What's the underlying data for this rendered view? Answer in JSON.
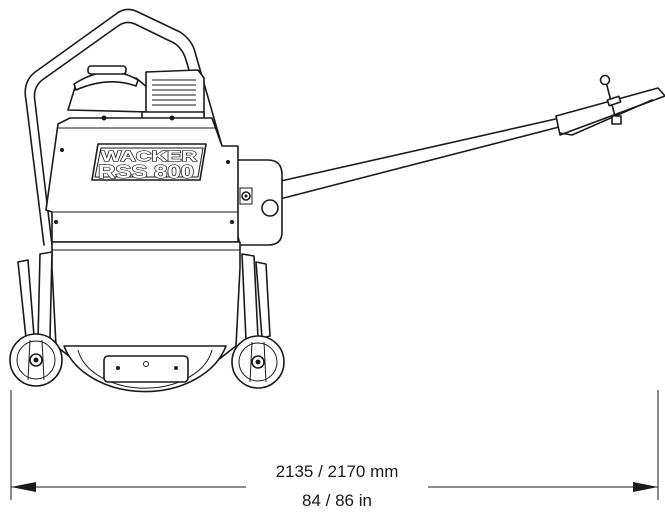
{
  "brand": {
    "logo_text": "WACKER",
    "model_text": "RSS 800"
  },
  "dimension": {
    "metric_label": "2135 / 2170 mm",
    "imperial_label": "84 / 86 in"
  }
}
